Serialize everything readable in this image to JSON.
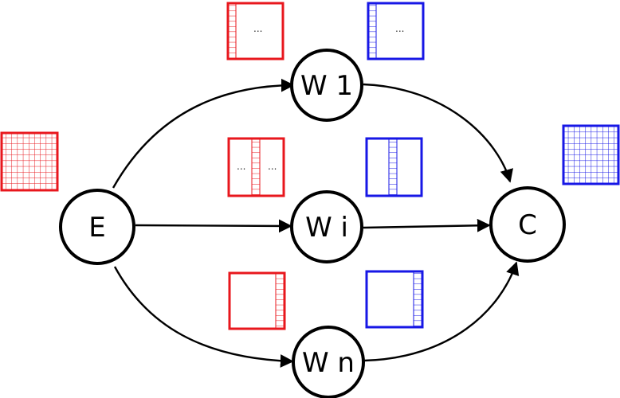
{
  "colors": {
    "red": "#e8171d",
    "blue": "#1717e6",
    "edge": "#000000"
  },
  "nodes": {
    "e": {
      "label": "E"
    },
    "w1": {
      "label": "W 1"
    },
    "wi": {
      "label": "W i"
    },
    "wn": {
      "label": "W n"
    },
    "c": {
      "label": "C"
    }
  },
  "ellipsis": "..."
}
